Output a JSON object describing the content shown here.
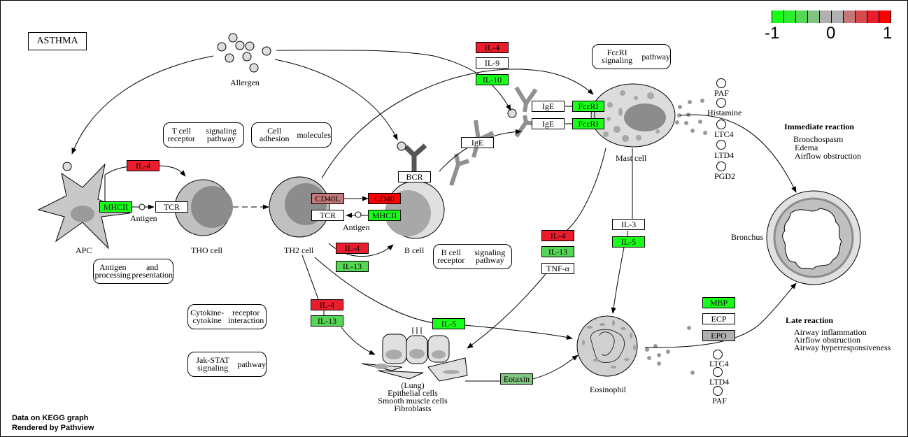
{
  "title": "ASTHMA",
  "legend": {
    "colors": [
      "#1aff1a",
      "#2eeb2e",
      "#55d655",
      "#80c480",
      "#b0b0b0",
      "#b0b0b0",
      "#c47878",
      "#d64a4a",
      "#eb1c2c",
      "#ff0000"
    ],
    "min_label": "-1",
    "mid_label": "0",
    "max_label": "1"
  },
  "footer": {
    "line1": "Data on KEGG graph",
    "line2": "Rendered by Pathview"
  },
  "colors": {
    "up_strong": "#eb1c2c",
    "up_mid": "#ff0000",
    "up_weak": "#c47878",
    "down_strong": "#1aff1a",
    "down_mid": "#55d655",
    "down_weak": "#80c480",
    "neutral": "#b0b0b0",
    "none": "#ffffff"
  },
  "cells": {
    "allergen": "Allergen",
    "apc": "APC",
    "th0": "THO cell",
    "th2": "TH2 cell",
    "bcell": "B cell",
    "mast": "Mast cell",
    "eosinophil": "Eosinophil",
    "bronchus": "Bronchus",
    "lung": [
      "(Lung)",
      "Epithelial cells",
      "Smooth muscle cells",
      "Fibroblasts"
    ],
    "antigen1": "Antigen",
    "antigen2": "Antigen"
  },
  "pathways": {
    "tcr": [
      "T cell receptor",
      "signaling pathway"
    ],
    "cam": [
      "Cell adhesion",
      "molecules"
    ],
    "fceri": [
      "FcεRI signaling",
      "pathway"
    ],
    "antigen_proc": [
      "Antigen processing",
      "and presentation"
    ],
    "bcr": [
      "B cell receptor",
      "signaling pathway"
    ],
    "cytokine": [
      "Cytokine-cytokine",
      "receptor interaction"
    ],
    "jakstat": [
      "Jak-STAT signaling",
      "pathway"
    ]
  },
  "genes": {
    "il4_top": {
      "label": "IL-4",
      "color": "#eb1c2c"
    },
    "il9_top": {
      "label": "IL-9",
      "color": "#ffffff"
    },
    "il10_top": {
      "label": "IL-10",
      "color": "#1aff1a"
    },
    "ige1": {
      "label": "IgE",
      "color": "#ffffff"
    },
    "ige2": {
      "label": "IgE",
      "color": "#ffffff"
    },
    "fceri1": {
      "label": "FcεRI",
      "color": "#1aff1a"
    },
    "fceri2": {
      "label": "FcεRI",
      "color": "#1aff1a"
    },
    "ige_free": {
      "label": "IgE",
      "color": "#ffffff"
    },
    "il4_apc": {
      "label": "IL-4",
      "color": "#eb1c2c"
    },
    "mhcii_apc": {
      "label": "MHCII",
      "color": "#1aff1a"
    },
    "tcr_th0": {
      "label": "TCR",
      "color": "#ffffff"
    },
    "cd40l": {
      "label": "CD40L",
      "color": "#c47878"
    },
    "cd40": {
      "label": "CD40",
      "color": "#ff0000"
    },
    "tcr_th2": {
      "label": "TCR",
      "color": "#ffffff"
    },
    "mhcii_b": {
      "label": "MHCII",
      "color": "#1aff1a"
    },
    "bcr": {
      "label": "BCR",
      "color": "#ffffff"
    },
    "il4_th2": {
      "label": "IL-4",
      "color": "#eb1c2c"
    },
    "il13_th2": {
      "label": "IL-13",
      "color": "#55d655"
    },
    "il4_mast": {
      "label": "IL-4",
      "color": "#eb1c2c"
    },
    "il13_mast": {
      "label": "IL-13",
      "color": "#55d655"
    },
    "tnfa": {
      "label": "TNF-α",
      "color": "#ffffff"
    },
    "il3": {
      "label": "IL-3",
      "color": "#ffffff"
    },
    "il5_mast": {
      "label": "IL-5",
      "color": "#1aff1a"
    },
    "il4_lung": {
      "label": "IL-4",
      "color": "#eb1c2c"
    },
    "il13_lung": {
      "label": "IL-13",
      "color": "#55d655"
    },
    "il5_lung": {
      "label": "IL-5",
      "color": "#1aff1a"
    },
    "eotaxin": {
      "label": "Eotaxin",
      "color": "#80c480"
    },
    "mbp": {
      "label": "MBP",
      "color": "#1aff1a"
    },
    "ecp": {
      "label": "ECP",
      "color": "#ffffff"
    },
    "epo": {
      "label": "EPO",
      "color": "#b0b0b0"
    }
  },
  "compounds": {
    "mast": [
      "PAF",
      "Histamine",
      "LTC4",
      "LTD4",
      "PGD2"
    ],
    "eos": [
      "LTC4",
      "LTD4",
      "PAF"
    ]
  },
  "reactions": {
    "immediate_title": "Immediate reaction",
    "immediate_items": [
      "Bronchospasm",
      "Edema",
      "Airflow obstruction"
    ],
    "late_title": "Late reaction",
    "late_items": [
      "Airway inflammation",
      "Airflow obstruction",
      "Airway hyperresponsiveness"
    ]
  }
}
